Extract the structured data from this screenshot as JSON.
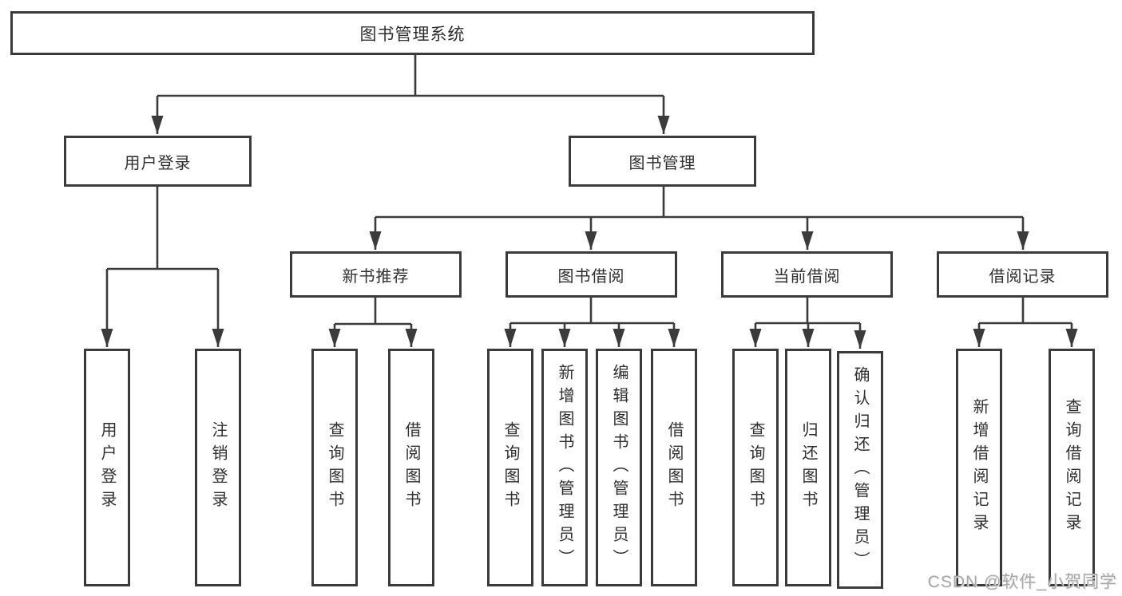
{
  "diagram": {
    "root": {
      "label": "图书管理系统"
    },
    "branches": {
      "user_login": {
        "label": "用户登录",
        "children": [
          "用户登录",
          "注销登录"
        ]
      },
      "book_mgmt": {
        "label": "图书管理"
      },
      "new_books": {
        "label": "新书推荐",
        "children": [
          "查询图书",
          "借阅图书"
        ]
      },
      "borrowing": {
        "label": "图书借阅",
        "children": [
          "查询图书",
          "新增图书（管理员）",
          "编辑图书（管理员）",
          "借阅图书"
        ]
      },
      "current_borrow": {
        "label": "当前借阅",
        "children": [
          "查询图书",
          "归还图书",
          "确认归还（管理员）"
        ]
      },
      "borrow_records": {
        "label": "借阅记录",
        "children": [
          "新增借阅记录",
          "查询借阅记录"
        ]
      }
    }
  },
  "watermark": {
    "text": "CSDN @软件_小贺同学"
  },
  "colors": {
    "line": "#3b3b3b",
    "text": "#2f2f2f",
    "background": "#ffffff",
    "watermark": "#a8a8a8"
  }
}
